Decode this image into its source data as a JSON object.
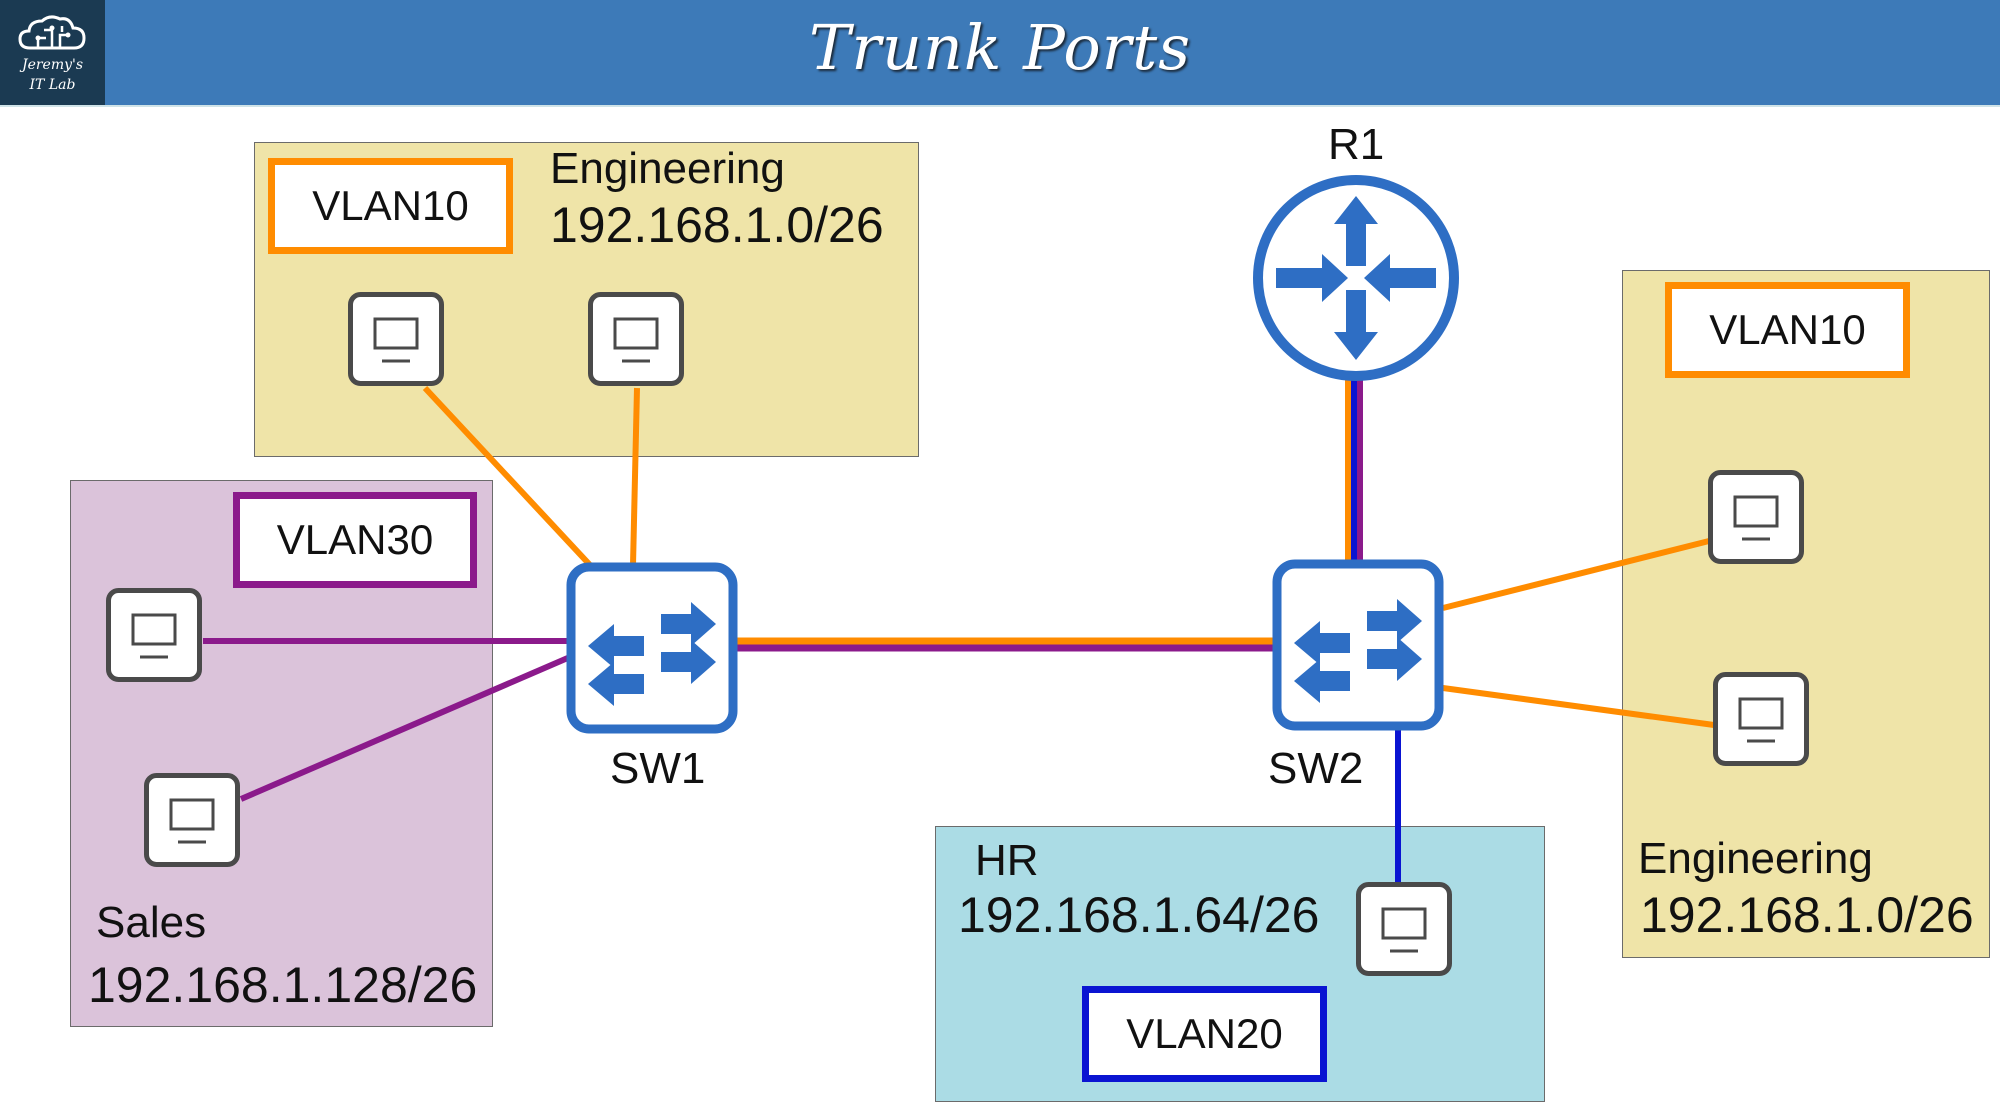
{
  "header": {
    "title": "Trunk Ports",
    "logo_line1": "Jeremy's",
    "logo_line2": "IT Lab",
    "logo_icon": "cloud-circuit-icon"
  },
  "colors": {
    "vlan10": "#ff8c00",
    "vlan20": "#0a14d2",
    "vlan30": "#8b1a8b",
    "device_blue": "#2e6ec4"
  },
  "zones": {
    "eng_left": {
      "vlan": "VLAN10",
      "name": "Engineering",
      "network": "192.168.1.0/26"
    },
    "sales": {
      "vlan": "VLAN30",
      "name": "Sales",
      "network": "192.168.1.128/26"
    },
    "hr": {
      "vlan": "VLAN20",
      "name": "HR",
      "network": "192.168.1.64/26"
    },
    "eng_right": {
      "vlan": "VLAN10",
      "name": "Engineering",
      "network": "192.168.1.0/26"
    }
  },
  "devices": {
    "router": {
      "label": "R1",
      "icon": "router-icon"
    },
    "sw1": {
      "label": "SW1",
      "icon": "switch-icon"
    },
    "sw2": {
      "label": "SW2",
      "icon": "switch-icon"
    }
  },
  "links": [
    {
      "from": "eng-left-pc-1",
      "to": "SW1",
      "vlans": [
        "VLAN10"
      ]
    },
    {
      "from": "eng-left-pc-2",
      "to": "SW1",
      "vlans": [
        "VLAN10"
      ]
    },
    {
      "from": "sales-pc-1",
      "to": "SW1",
      "vlans": [
        "VLAN30"
      ]
    },
    {
      "from": "sales-pc-2",
      "to": "SW1",
      "vlans": [
        "VLAN30"
      ]
    },
    {
      "from": "SW1",
      "to": "SW2",
      "vlans": [
        "VLAN10",
        "VLAN30"
      ]
    },
    {
      "from": "SW2",
      "to": "R1",
      "vlans": [
        "VLAN10",
        "VLAN20",
        "VLAN30"
      ]
    },
    {
      "from": "SW2",
      "to": "hr-pc-1",
      "vlans": [
        "VLAN20"
      ]
    },
    {
      "from": "SW2",
      "to": "eng-right-pc-1",
      "vlans": [
        "VLAN10"
      ]
    },
    {
      "from": "SW2",
      "to": "eng-right-pc-2",
      "vlans": [
        "VLAN10"
      ]
    }
  ]
}
